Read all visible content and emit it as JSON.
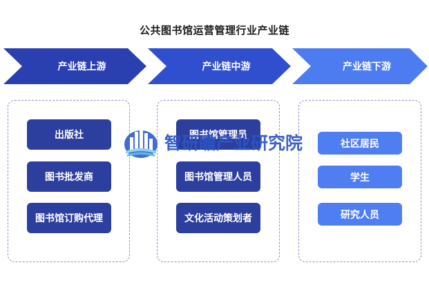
{
  "title": "公共图书馆运营管理行业产业链",
  "stages": [
    {
      "label": "产业链上游",
      "items": [
        "出版社",
        "图书批发商",
        "图书馆订购代理"
      ]
    },
    {
      "label": "产业链中游",
      "items": [
        "图书馆管理员",
        "图书馆管理人员",
        "文化活动策划者"
      ]
    },
    {
      "label": "产业链下游",
      "items": [
        "社区居民",
        "学生",
        "研究人员"
      ]
    }
  ],
  "watermark": {
    "text": "智研瞻产业研究院"
  },
  "colors": {
    "upstream": "#2a3fb0",
    "midstream": "#2f4fcf",
    "downstream": "#4d7cf0",
    "box_dark": "#2c3e9e",
    "box_light": "#4f7df2"
  }
}
